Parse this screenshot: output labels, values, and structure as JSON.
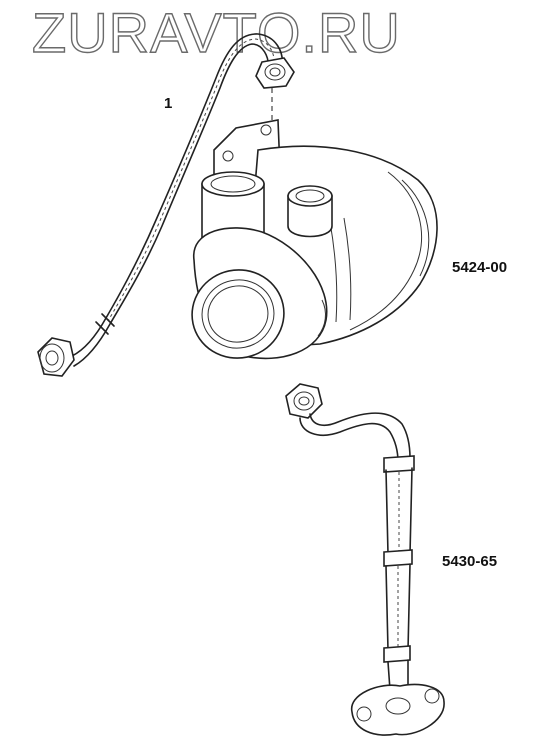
{
  "watermark": "ZURAVTO.RU",
  "labels": {
    "callout_1": "1",
    "part_turbo": "5424-00",
    "part_oil_return": "5430-65"
  }
}
